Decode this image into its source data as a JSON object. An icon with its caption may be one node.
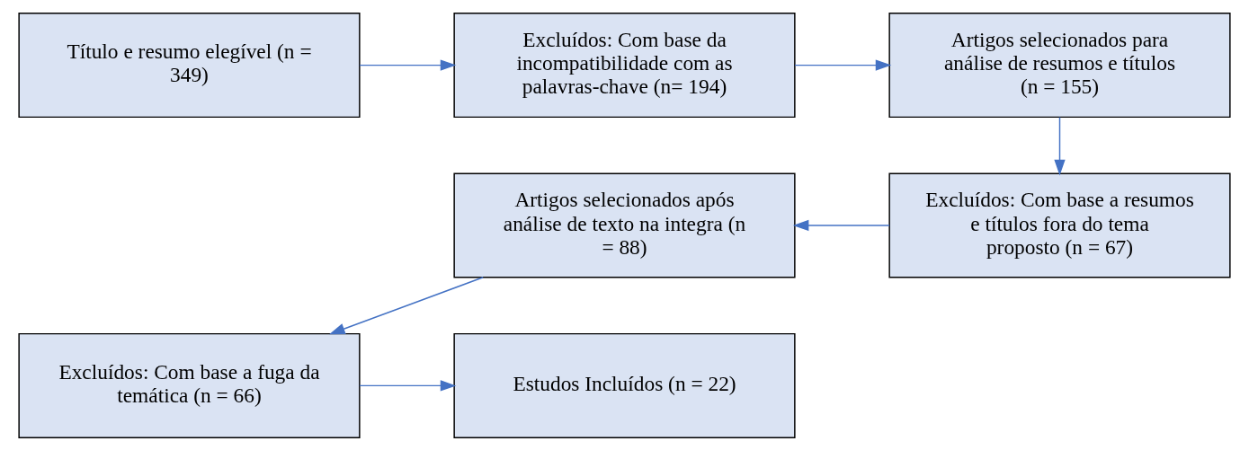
{
  "diagram": {
    "nodes": [
      {
        "text": [
          "Título e resumo elegível (n = 349)"
        ]
      },
      {
        "text": [
          "Excluídos: Com base da incompatibilidade com as palavras-chave (n= 194)"
        ]
      },
      {
        "text": [
          "Artigos selecionados para análise de resumos e títulos (n = 155)"
        ]
      },
      {
        "text": [
          "Excluídos: Com base a resumos e títulos fora do tema proposto (n = 67)"
        ]
      },
      {
        "text": [
          "Artigos selecionados após análise de texto na integra (n = 88)"
        ]
      },
      {
        "text": [
          "Excluídos: Com base a fuga da temática (n = 66)"
        ]
      },
      {
        "text": [
          "Estudos Incluídos (n = 22)"
        ]
      }
    ],
    "edges": [
      {
        "from": 0,
        "to": 1,
        "arrow": "to"
      },
      {
        "from": 1,
        "to": 2,
        "arrow": "to"
      },
      {
        "from": 2,
        "to": 3,
        "arrow": "to"
      },
      {
        "from": 3,
        "to": 4,
        "arrow": "to"
      },
      {
        "from": 4,
        "to": 5,
        "arrow": "to"
      },
      {
        "from": 5,
        "to": 6,
        "arrow": "to"
      }
    ]
  }
}
